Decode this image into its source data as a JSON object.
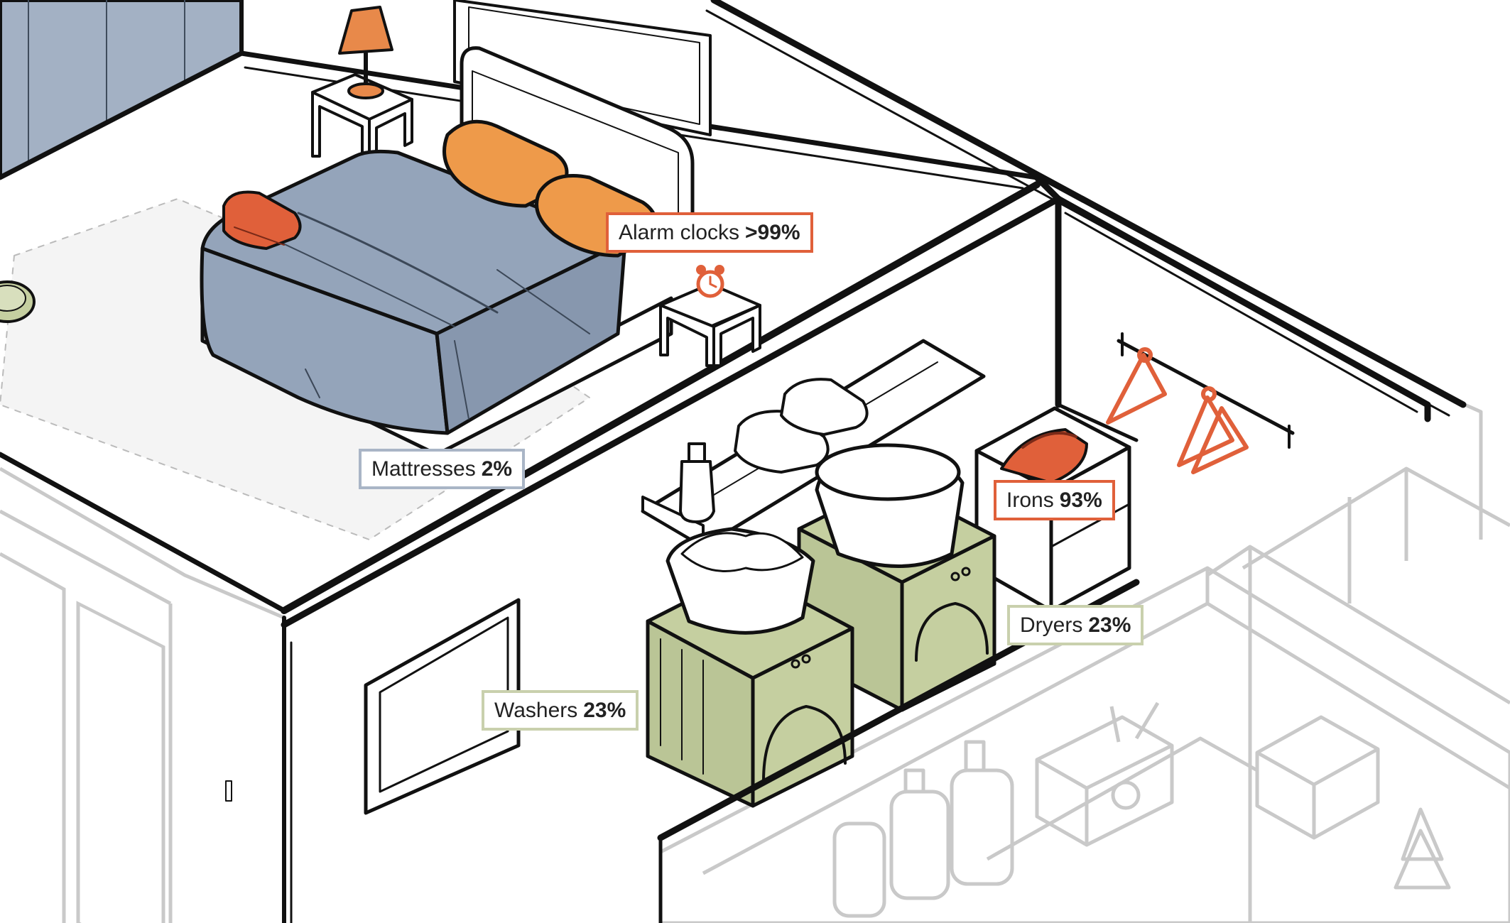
{
  "colors": {
    "orange": "#e0603a",
    "orange_light": "#ee9a4a",
    "blue_grey": "#9aaabf",
    "sage": "#c5cfa0",
    "ink": "#111111",
    "faded": "#c4c4c4"
  },
  "labels": {
    "alarm": {
      "name": "Alarm clocks",
      "value": ">99%",
      "color": "orange"
    },
    "mattress": {
      "name": "Mattresses",
      "value": "2%",
      "color": "blue_grey"
    },
    "irons": {
      "name": "Irons",
      "value": "93%",
      "color": "orange"
    },
    "dryers": {
      "name": "Dryers",
      "value": "23%",
      "color": "sage"
    },
    "washers": {
      "name": "Washers",
      "value": "23%",
      "color": "sage"
    }
  }
}
